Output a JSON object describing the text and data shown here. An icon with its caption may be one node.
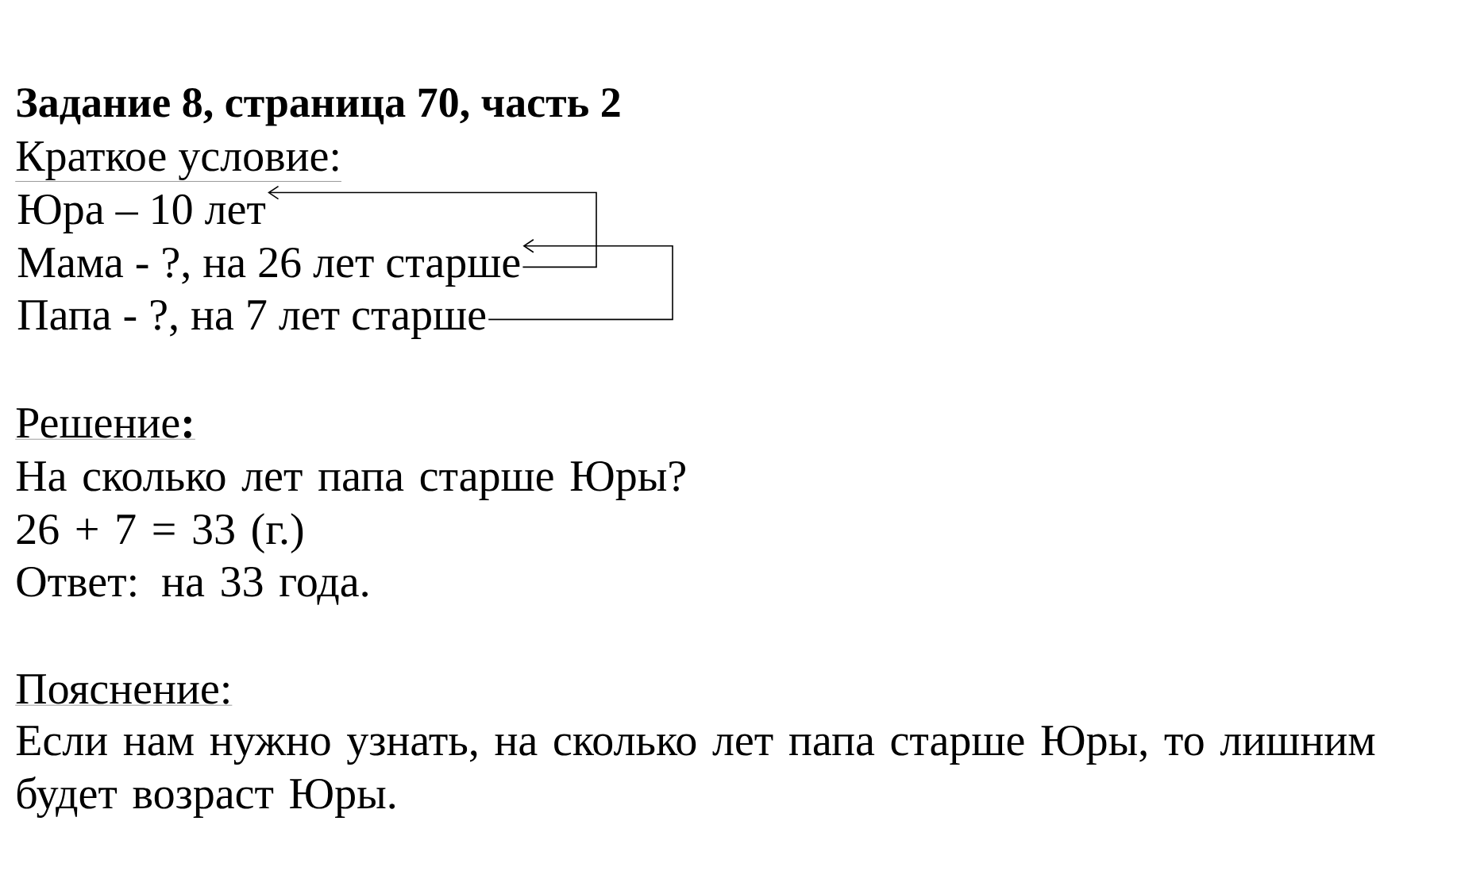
{
  "diagram": {
    "title": "Задание 8, страница 70, часть 2",
    "nodes": [
      {
        "text": [
          "Юра – 10 лет"
        ]
      },
      {
        "text": [
          "Мама - ?, на 26 лет старше"
        ]
      },
      {
        "text": [
          "Папа - ?, на 7 лет старше"
        ]
      }
    ],
    "edges": [
      {
        "from": 1,
        "to": 0,
        "arrow": "to"
      },
      {
        "from": 2,
        "to": 1,
        "arrow": "to"
      }
    ],
    "labels": [
      "Краткое условие:",
      "Решение**:**",
      "На сколько лет папа старше Юры?",
      "26 + 7 = 33 (г.)",
      "Ответ: на 33 года.",
      "Пояснение:",
      "Если нам нужно узнать, на сколько лет папа старше Юры, то лишним будет возраст Юры."
    ]
  }
}
